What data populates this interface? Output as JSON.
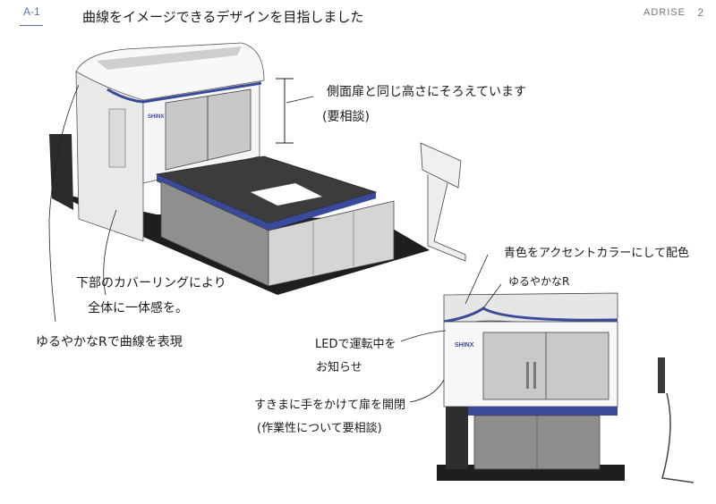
{
  "header": {
    "sheet_id": "A-1",
    "brand": "Adrise",
    "page_number": "2"
  },
  "annotations": {
    "title": "曲線をイメージできるデザインを目指しました",
    "side_height_1": "側面扉と同じ高さにそろえています",
    "side_height_2": "(要相談)",
    "lower_cover_1": "下部のカバーリングにより",
    "lower_cover_2": "全体に一体感を。",
    "curve_expression": "ゆるやかなRで曲線を表現",
    "accent_color": "青色をアクセントカラーにして配色",
    "gentle_r": "ゆるやかなR",
    "led_1": "LEDで運転中を",
    "led_2": "お知らせ",
    "door_1": "すきまに手をかけて扉を開閉",
    "door_2": "(作業性について要相談)"
  },
  "machine": {
    "logo_text": "SHINX",
    "accent_color": "#3a4a9a",
    "body_color": "#f2f2f2",
    "dark_color": "#2a2a2a"
  }
}
